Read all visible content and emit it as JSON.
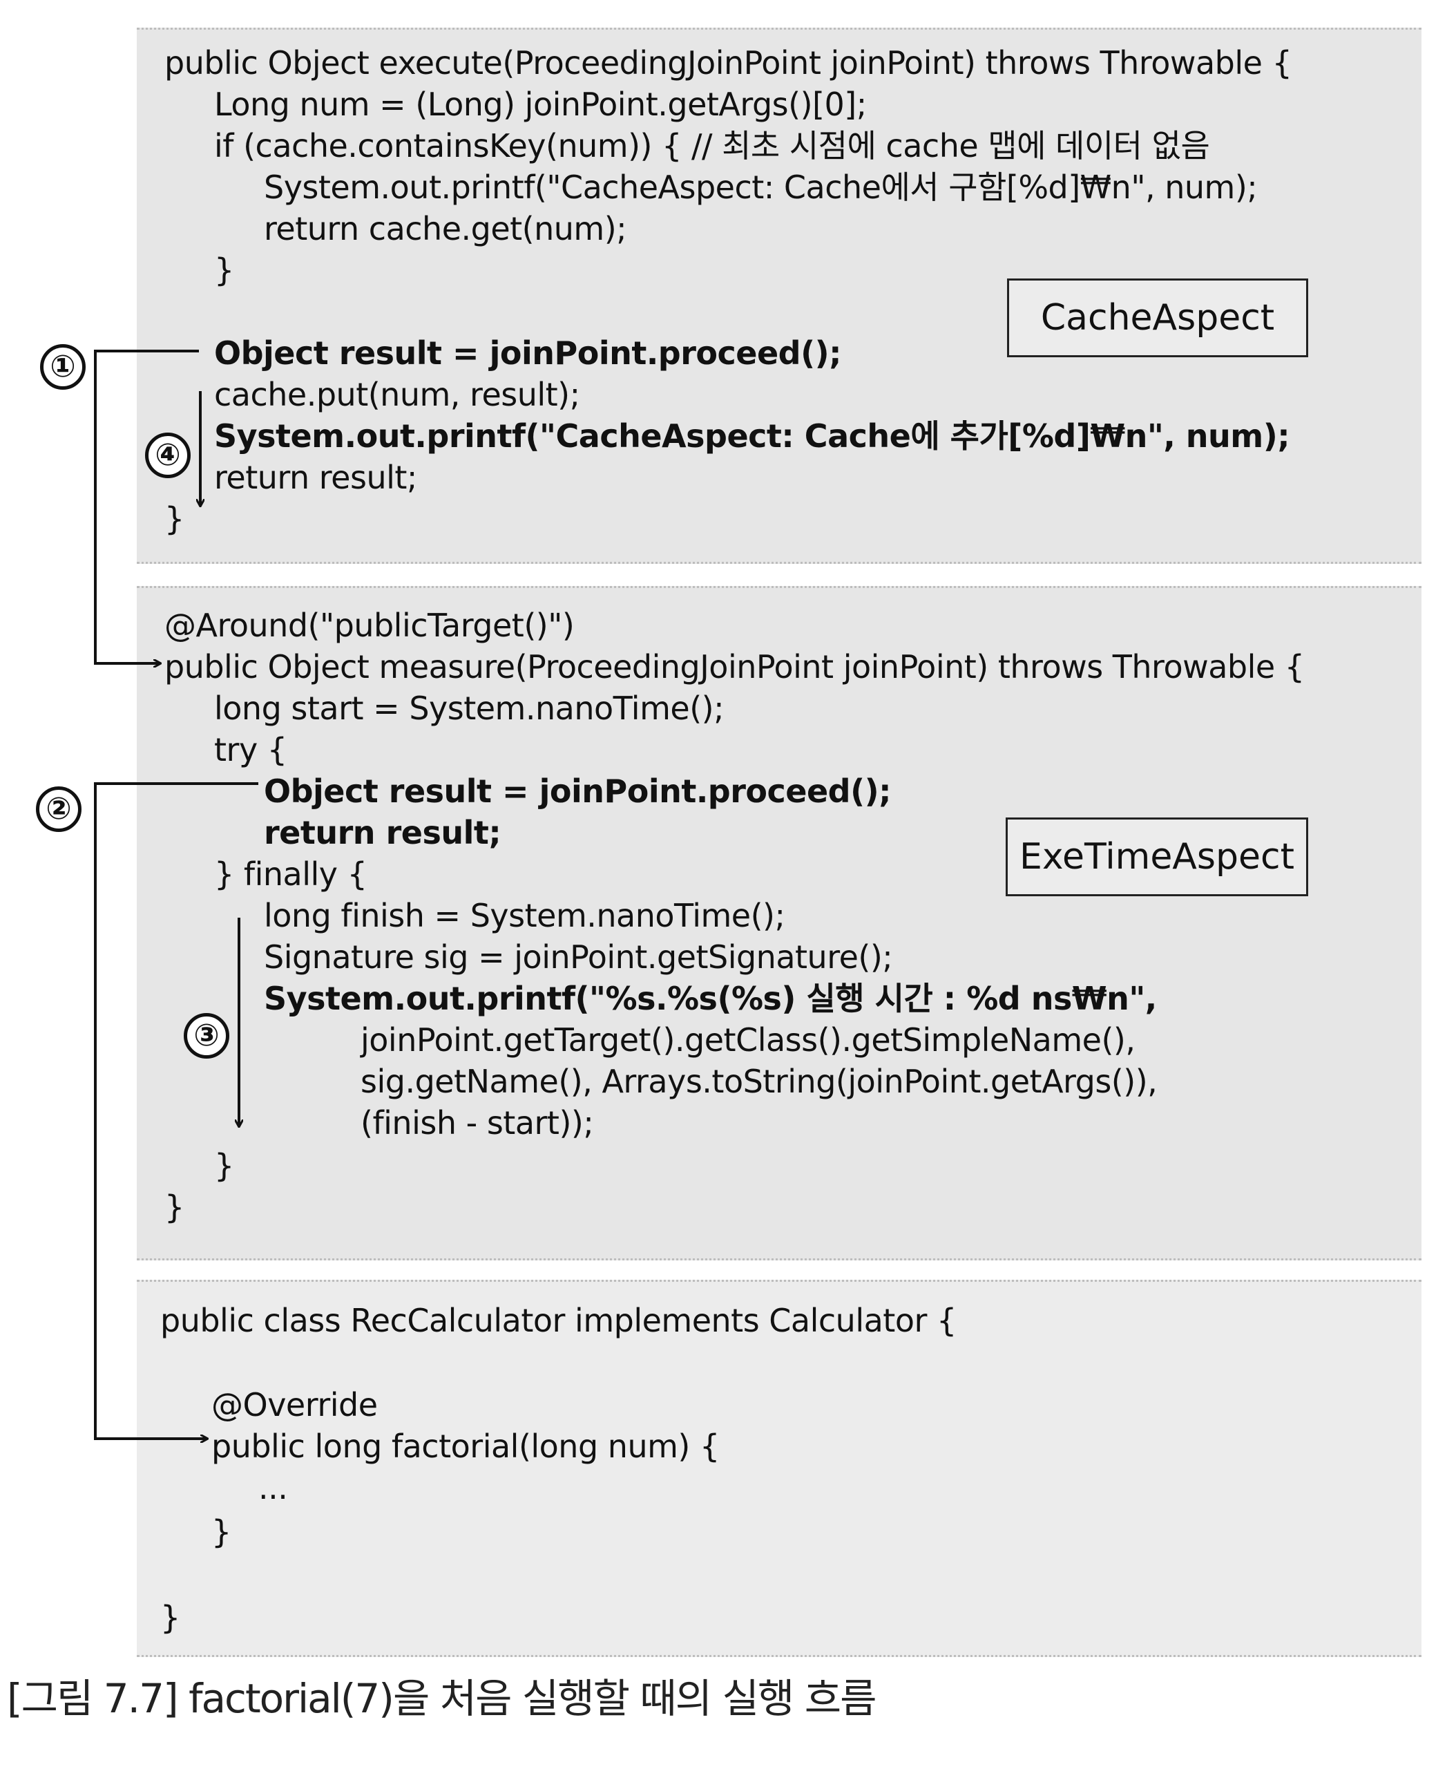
{
  "cache_aspect": {
    "label": "CacheAspect",
    "lines": [
      "public Object execute(ProceedingJoinPoint joinPoint) throws Throwable {",
      "Long num = (Long) joinPoint.getArgs()[0];",
      "if (cache.containsKey(num)) { // 최초 시점에 cache 맵에 데이터 없음",
      "System.out.printf(\"CacheAspect: Cache에서 구함[%d]₩n\", num);",
      "return cache.get(num);",
      "}",
      "Object result = joinPoint.proceed();",
      "cache.put(num, result);",
      "System.out.printf(\"CacheAspect: Cache에 추가[%d]₩n\", num);",
      "return result;",
      "}"
    ]
  },
  "exe_time_aspect": {
    "label": "ExeTimeAspect",
    "lines": [
      "@Around(\"publicTarget()\")",
      "public Object measure(ProceedingJoinPoint joinPoint) throws Throwable {",
      "long start = System.nanoTime();",
      "try {",
      "Object result = joinPoint.proceed();",
      "return result;",
      "} finally {",
      "long finish = System.nanoTime();",
      "Signature sig = joinPoint.getSignature();",
      "System.out.printf(\"%s.%s(%s) 실행 시간 : %d ns₩n\",",
      "joinPoint.getTarget().getClass().getSimpleName(),",
      "sig.getName(), Arrays.toString(joinPoint.getArgs()),",
      "(finish - start));",
      "}",
      "}"
    ]
  },
  "rec_calculator": {
    "lines": [
      "public class RecCalculator implements Calculator {",
      "@Override",
      "public long factorial(long num) {",
      "...",
      "}",
      "}"
    ]
  },
  "step_markers": [
    "①",
    "②",
    "③",
    "④"
  ],
  "caption": "[그림 7.7] factorial(7)을 처음 실행할 때의 실행 흐름"
}
